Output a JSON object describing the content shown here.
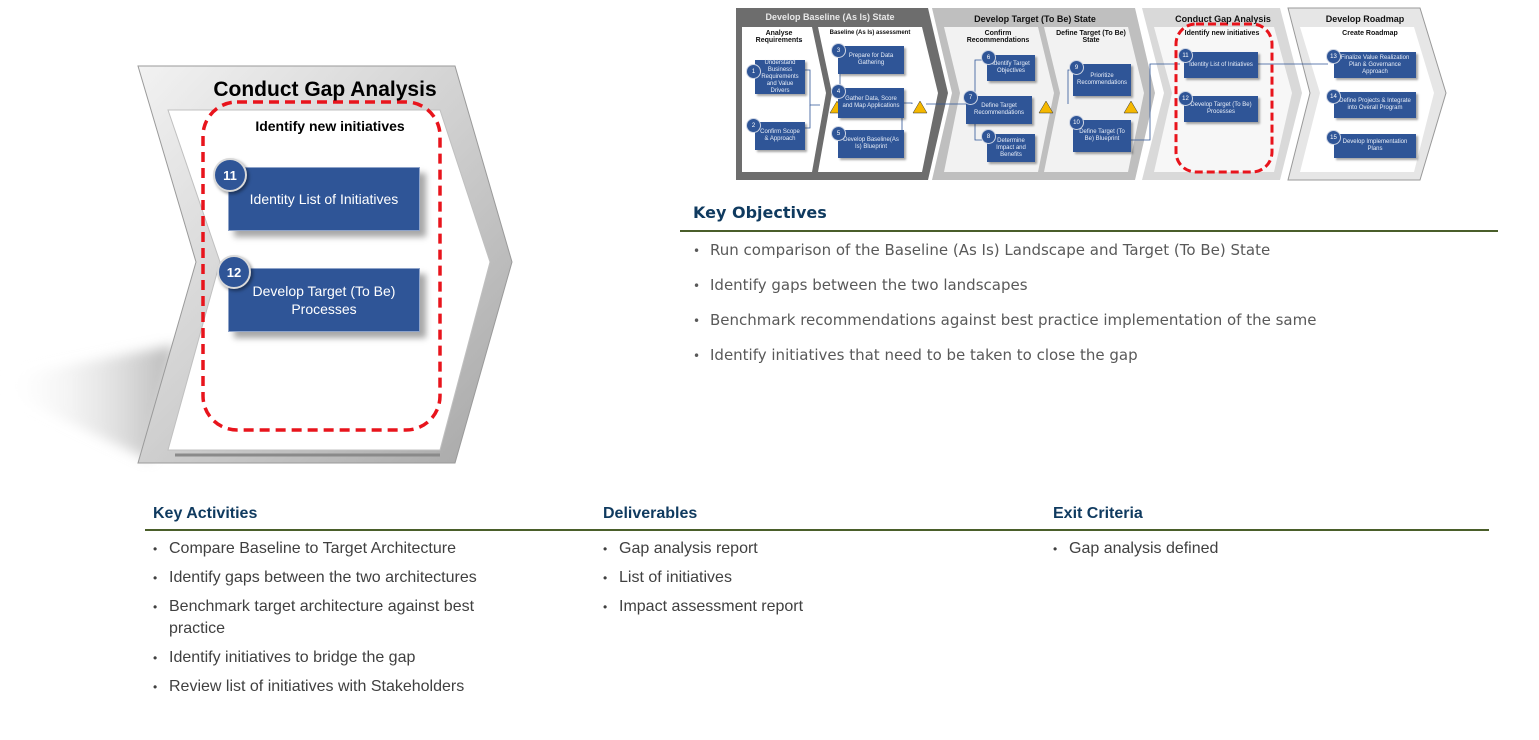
{
  "large_stage": {
    "title": "Conduct Gap Analysis",
    "subtitle": "Identify new initiatives",
    "steps": [
      {
        "number": "11",
        "label": "Identity List of Initiatives"
      },
      {
        "number": "12",
        "label": "Develop Target (To Be) Processes"
      }
    ],
    "highlight_color": "#e8141c",
    "box_color": "#2f5597"
  },
  "process_map": {
    "phases": [
      {
        "title": "Develop Baseline (As Is) State",
        "sub_phases": [
          {
            "title": "Analyse Requirements",
            "steps": [
              {
                "number": "1",
                "label": "Understand Business Requirements and Value Drivers"
              },
              {
                "number": "2",
                "label": "Confirm Scope & Approach"
              }
            ]
          },
          {
            "title": "Baseline (As Is) assessment",
            "steps": [
              {
                "number": "3",
                "label": "Prepare for Data Gathering"
              },
              {
                "number": "4",
                "label": "Gather Data, Score and Map Applications"
              },
              {
                "number": "5",
                "label": "Develop Baseline(As Is) Blueprint"
              }
            ]
          }
        ]
      },
      {
        "title": "Develop Target (To Be) State",
        "sub_phases": [
          {
            "title": "Confirm Recommendations",
            "steps": [
              {
                "number": "6",
                "label": "Identify Target Objectives"
              },
              {
                "number": "7",
                "label": "Define Target Recommendations"
              },
              {
                "number": "8",
                "label": "Determine Impact and Benefits"
              }
            ]
          },
          {
            "title": "Define Target (To Be) State",
            "steps": [
              {
                "number": "9",
                "label": "Prioritize Recommendations"
              },
              {
                "number": "10",
                "label": "Define Target (To Be) Blueprint"
              }
            ]
          }
        ]
      },
      {
        "title": "Conduct Gap Analysis",
        "sub_phases": [
          {
            "title": "Identify new initiatives",
            "steps": [
              {
                "number": "11",
                "label": "Identity List of Initiatives"
              },
              {
                "number": "12",
                "label": "Develop Target (To Be) Processes"
              }
            ]
          }
        ]
      },
      {
        "title": "Develop Roadmap",
        "sub_phases": [
          {
            "title": "Create Roadmap",
            "steps": [
              {
                "number": "13",
                "label": "Finalize Value Realization Plan & Governance Approach"
              },
              {
                "number": "14",
                "label": "Define Projects & Integrate into Overall Program"
              },
              {
                "number": "15",
                "label": "Develop Implementation Plans"
              }
            ]
          }
        ]
      }
    ]
  },
  "key_objectives": {
    "title": "Key Objectives",
    "items": [
      "Run comparison of the Baseline (As Is) Landscape and Target (To Be) State",
      "Identify gaps between the two landscapes",
      "Benchmark recommendations against best practice implementation of the same",
      "Identify initiatives that need to be taken to close the gap"
    ]
  },
  "key_activities": {
    "title": "Key Activities",
    "items": [
      "Compare Baseline to Target Architecture",
      "Identify gaps between the two architectures",
      "Benchmark target architecture against best practice",
      "Identify initiatives to bridge the gap",
      "Review list of initiatives with Stakeholders"
    ]
  },
  "deliverables": {
    "title": "Deliverables",
    "items": [
      "Gap analysis report",
      "List of initiatives",
      "Impact assessment report"
    ]
  },
  "exit_criteria": {
    "title": "Exit Criteria",
    "items": [
      "Gap analysis defined"
    ]
  },
  "bullet": "•"
}
